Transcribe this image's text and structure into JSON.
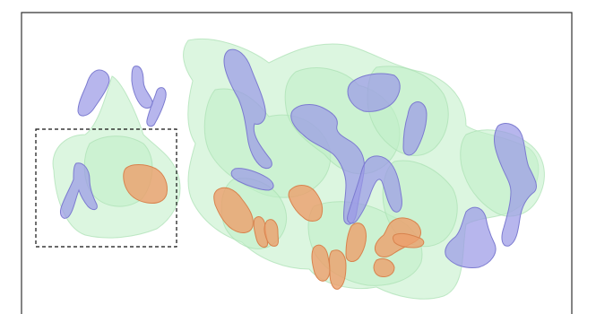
{
  "figure": {
    "colors": {
      "background": "#ffffff",
      "frame": "#333333",
      "green_region": "#bfeec6",
      "green_region_edge": "#a9e0b2",
      "blue_region": "#9b9ae6",
      "blue_region_edge": "#7c7bd0",
      "orange_region": "#ec9f6c",
      "orange_region_edge": "#d8834e",
      "inset_border": "#111111"
    },
    "layers": [
      "green-regions",
      "blue-regions",
      "orange-regions"
    ],
    "highlight": {
      "style": "dashed",
      "description_visible": false
    }
  }
}
